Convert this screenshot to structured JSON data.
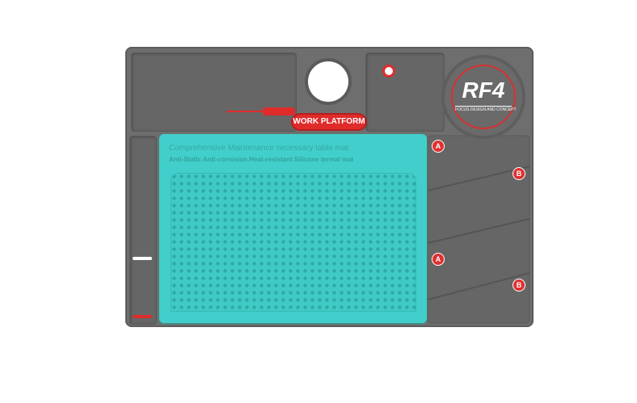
{
  "mat": {
    "platform_label": "WORK PLATFORM",
    "logo": "RF4",
    "logo_tagline": "FOCUS DESIGN AND CONCEPT",
    "headline": "Comprehensive Maintenance necessary table mat",
    "subline": "Anti-Static Anti-corrosion.Heat-resistant Silicone termal mat",
    "compartment_labels": [
      "A",
      "B",
      "A",
      "B"
    ]
  },
  "colors": {
    "mat": "#6e6e6e",
    "teal": "#42cfcb",
    "accent": "#e02b2b"
  }
}
